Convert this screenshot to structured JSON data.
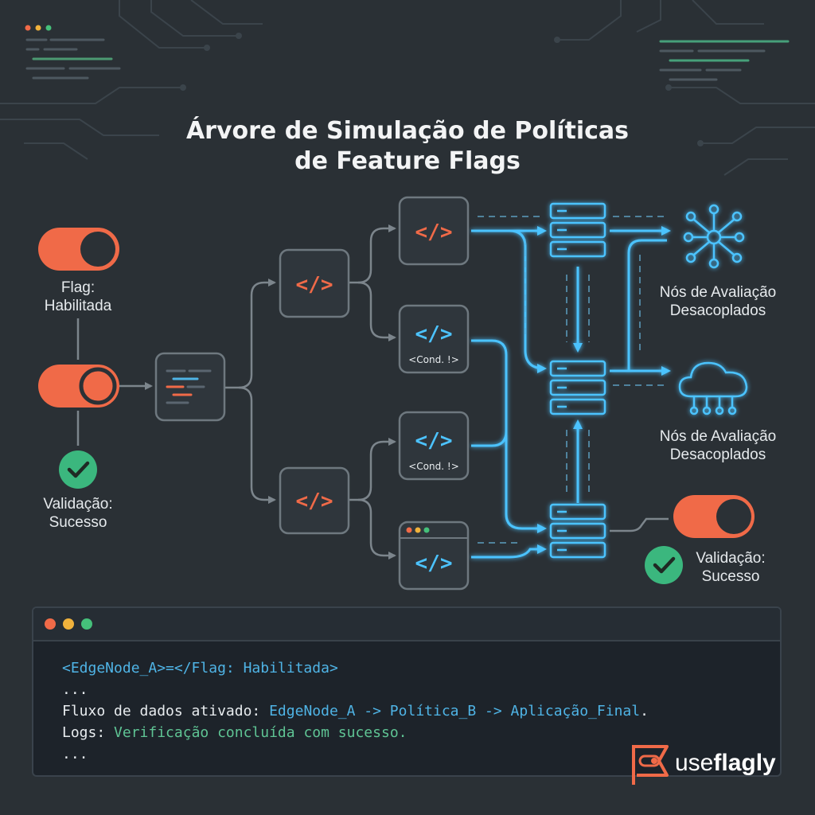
{
  "title_line1": "Árvore de Simulação de Políticas",
  "title_line2": "de Feature Flags",
  "left": {
    "flag_label_line1": "Flag:",
    "flag_label_line2": "Habilitada",
    "validation_line1": "Validação:",
    "validation_line2": "Sucesso"
  },
  "right": {
    "nodes_top_line1": "Nós de Avaliação",
    "nodes_top_line2": "Desacoplados",
    "nodes_bottom_line1": "Nós de Avaliação",
    "nodes_bottom_line2": "Desacoplados",
    "validation_line1": "Validação:",
    "validation_line2": "Sucesso"
  },
  "code_boxes": {
    "glyph": "</>",
    "cond_label": "<Cond. !>"
  },
  "terminal": {
    "line1": "<EdgeNode_A>=</Flag: Habilitada>",
    "line2": "...",
    "line3_prefix": "Fluxo de dados ativado: ",
    "line3_flow": "EdgeNode_A -> Política_B -> Aplicação_Final",
    "line3_suffix": ".",
    "line4_prefix": "Logs: ",
    "line4_msg": "Verificação concluída com sucesso.",
    "line5": "..."
  },
  "logo": {
    "text_regular": "use",
    "text_bold": "flagly"
  },
  "colors": {
    "background": "#2a3035",
    "accent_orange": "#f06a48",
    "accent_blue": "#3fb6f2",
    "success_green": "#3bb77e",
    "connector_gray": "#7c858c"
  },
  "icons": [
    "toggle-on-icon",
    "toggle-ring-icon",
    "check-icon",
    "code-icon",
    "server-stack-icon",
    "network-nodes-icon",
    "cloud-network-icon",
    "browser-window-icon",
    "document-lines-icon"
  ]
}
